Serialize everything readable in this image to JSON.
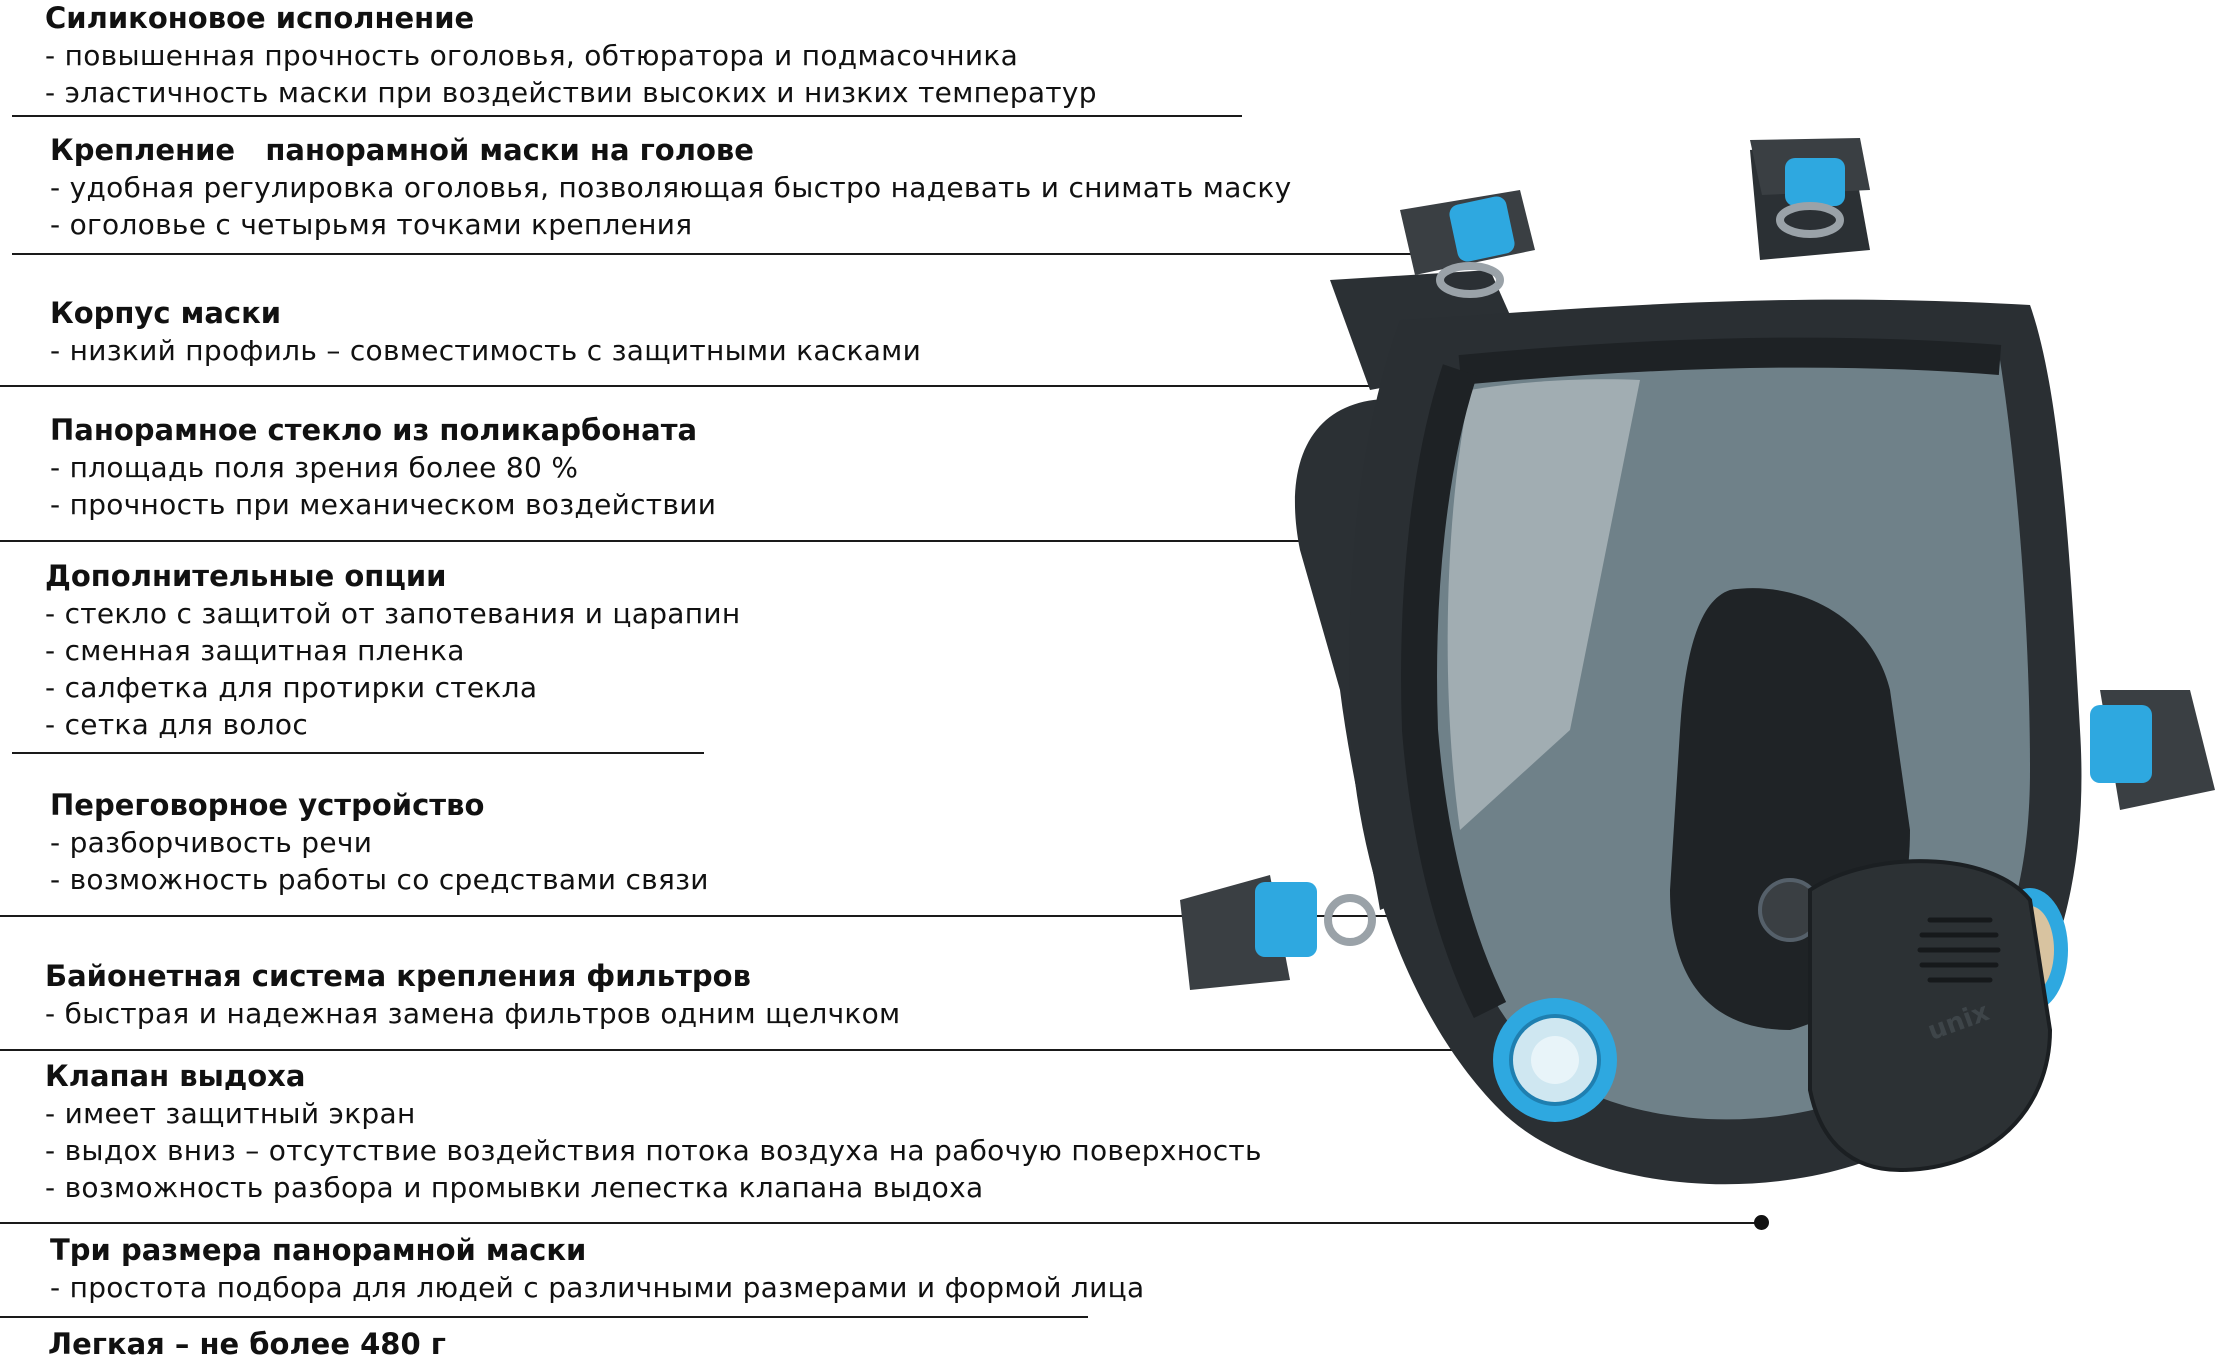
{
  "sections": [
    {
      "title": "Силиконовое исполнение",
      "items": [
        "- повышенная прочность оголовья, обтюратора и подмасочника",
        "- эластичность маски при воздействии высоких и низких температур"
      ]
    },
    {
      "title": "Крепление   панорамной маски на голове",
      "items": [
        "- удобная регулировка оголовья, позволяющая быстро надевать и снимать маску",
        "- оголовье с четырьмя точками крепления"
      ]
    },
    {
      "title": "Корпус маски",
      "items": [
        "- низкий профиль – совместимость с защитными касками"
      ]
    },
    {
      "title": "Панорамное стекло из поликарбоната",
      "items": [
        "- площадь поля зрения более 80 %",
        "- прочность при механическом воздействии"
      ]
    },
    {
      "title": "Дополнительные опции",
      "items": [
        "- стекло с защитой от запотевания и царапин",
        "- сменная защитная пленка",
        "- салфетка для протирки стекла",
        "- сетка для волос"
      ]
    },
    {
      "title": "Переговорное устройство",
      "items": [
        "- разборчивость речи",
        "- возможность работы со средствами связи"
      ]
    },
    {
      "title": "Байонетная система крепления фильтров",
      "items": [
        "- быстрая и надежная замена фильтров одним щелчком"
      ]
    },
    {
      "title": "Клапан выдоха",
      "items": [
        "- имеет защитный экран",
        "- выдох вниз – отсутствие воздействия потока воздуха на рабочую поверхность",
        "- возможность разбора и промывки лепестка клапана выдоха"
      ]
    },
    {
      "title": "Три размера панорамной маски",
      "items": [
        "- простота подбора для людей с различными размерами и формой лица"
      ]
    },
    {
      "title": "Легкая – не более 480 г",
      "items": []
    }
  ],
  "product": {
    "logo": "unix"
  },
  "colors": {
    "accent": "#2ea8e0",
    "mask_body": "#2a2f33",
    "text": "#111111"
  }
}
